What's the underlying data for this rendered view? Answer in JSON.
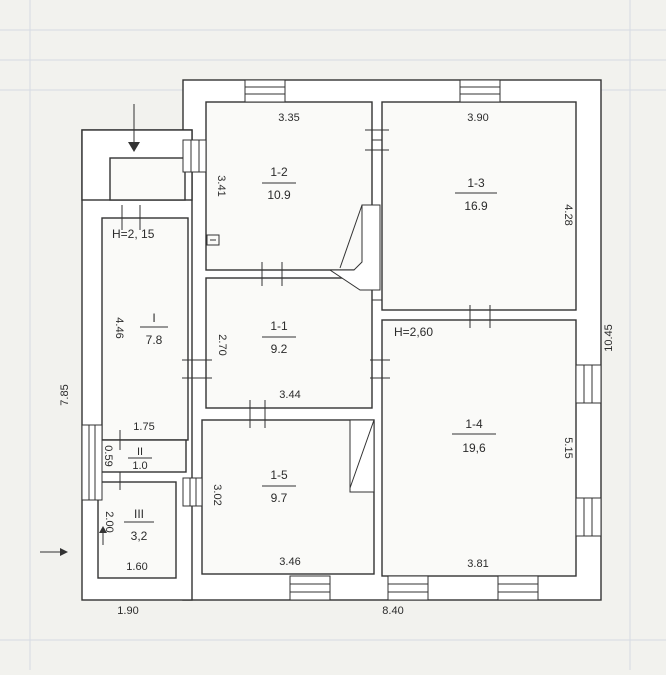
{
  "rooms": {
    "r12": {
      "id": "1-2",
      "area": "10.9",
      "w": "3.35",
      "h": "3.41"
    },
    "r13": {
      "id": "1-3",
      "area": "16.9",
      "w": "3.90",
      "h": "4.28"
    },
    "r11": {
      "id": "1-1",
      "area": "9.2",
      "w": "3.44",
      "h": "2.70"
    },
    "r14": {
      "id": "1-4",
      "area": "19,6",
      "w": "3.81",
      "h": "5.15"
    },
    "r15": {
      "id": "1-5",
      "area": "9.7",
      "w": "3.46",
      "h": "3.02"
    },
    "rI": {
      "id": "I",
      "area": "7.8",
      "h": "4.46"
    },
    "rII": {
      "id": "II",
      "area": "1.0",
      "w": "1.75",
      "h": "0.59"
    },
    "rIII": {
      "id": "III",
      "area": "3,2",
      "w": "1.60",
      "h": "2.00"
    }
  },
  "heights": {
    "left": "H=2, 15",
    "right": "H=2,60"
  },
  "overall": {
    "left_height": "7.85",
    "right_height": "10.45",
    "bottom_left": "1.90",
    "bottom_main": "8.40"
  }
}
